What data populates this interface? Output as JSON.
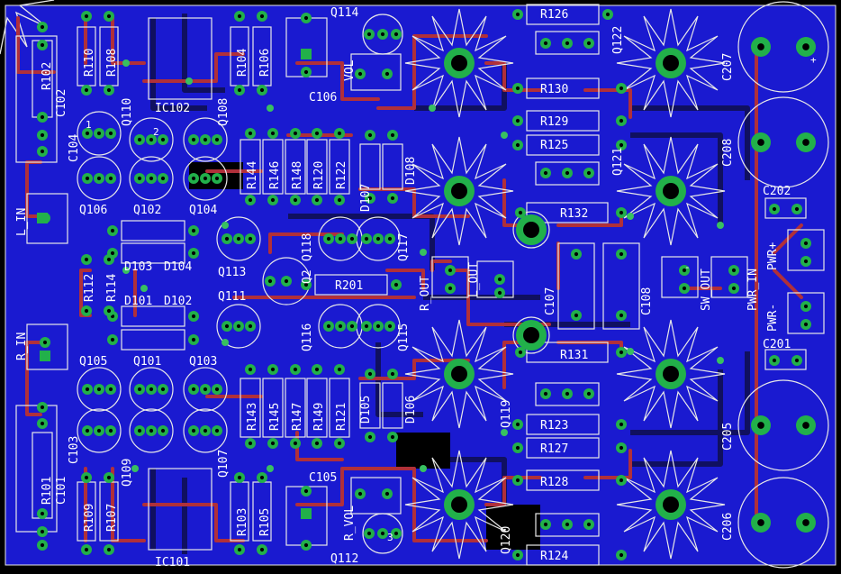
{
  "colors": {
    "background": "#000000",
    "copper_bottom": "#1a1ad0",
    "trace_top": "#b0303a",
    "trace_bottom": "#101060",
    "pad": "#22b04a",
    "hole": "#000000",
    "silkscreen": "#e8e8e8",
    "via": "#38c060"
  },
  "labels": {
    "l_in": "L_IN",
    "r_in": "R_IN",
    "l_out": "L_OUT",
    "r_out": "R_OUT",
    "pwr_in": "PWR_IN",
    "pwr_plus": "PWR+",
    "pwr_minus": "PWR-",
    "sw_out": "SW_OUT",
    "vol_top": "VOL",
    "vol_bottom": "R_VOL"
  },
  "components": [
    {
      "id": "r102",
      "text": "R102"
    },
    {
      "id": "c102",
      "text": "C102"
    },
    {
      "id": "c104",
      "text": "C104"
    },
    {
      "id": "r110",
      "text": "R110"
    },
    {
      "id": "r108",
      "text": "R108"
    },
    {
      "id": "q110",
      "text": "Q110"
    },
    {
      "id": "ic102",
      "text": "IC102"
    },
    {
      "id": "q108",
      "text": "Q108"
    },
    {
      "id": "r104",
      "text": "R104"
    },
    {
      "id": "r106",
      "text": "R106"
    },
    {
      "id": "q114",
      "text": "Q114"
    },
    {
      "id": "c106",
      "text": "C106"
    },
    {
      "id": "r126",
      "text": "R126"
    },
    {
      "id": "q122",
      "text": "Q122"
    },
    {
      "id": "r130",
      "text": "R130"
    },
    {
      "id": "r129",
      "text": "R129"
    },
    {
      "id": "r125",
      "text": "R125"
    },
    {
      "id": "q121",
      "text": "Q121"
    },
    {
      "id": "c207",
      "text": "C207"
    },
    {
      "id": "c208",
      "text": "C208"
    },
    {
      "id": "c202",
      "text": "C202"
    },
    {
      "id": "q106",
      "text": "Q106"
    },
    {
      "id": "q102",
      "text": "Q102"
    },
    {
      "id": "q104",
      "text": "Q104"
    },
    {
      "id": "r144",
      "text": "R144"
    },
    {
      "id": "r146",
      "text": "R146"
    },
    {
      "id": "r148",
      "text": "R148"
    },
    {
      "id": "r120",
      "text": "R120"
    },
    {
      "id": "r122",
      "text": "R122"
    },
    {
      "id": "d107",
      "text": "D107"
    },
    {
      "id": "d108",
      "text": "D108"
    },
    {
      "id": "r132",
      "text": "R132"
    },
    {
      "id": "q118",
      "text": "Q118"
    },
    {
      "id": "q117",
      "text": "Q117"
    },
    {
      "id": "q113",
      "text": "Q113"
    },
    {
      "id": "d103",
      "text": "D103"
    },
    {
      "id": "d104",
      "text": "D104"
    },
    {
      "id": "r112",
      "text": "R112"
    },
    {
      "id": "r114",
      "text": "R114"
    },
    {
      "id": "q2",
      "text": "Q2"
    },
    {
      "id": "r201",
      "text": "R201"
    },
    {
      "id": "c107",
      "text": "C107"
    },
    {
      "id": "c108",
      "text": "C108"
    },
    {
      "id": "d101",
      "text": "D101"
    },
    {
      "id": "d102",
      "text": "D102"
    },
    {
      "id": "q111",
      "text": "Q111"
    },
    {
      "id": "q116",
      "text": "Q116"
    },
    {
      "id": "q115",
      "text": "Q115"
    },
    {
      "id": "r131",
      "text": "R131"
    },
    {
      "id": "c201",
      "text": "C201"
    },
    {
      "id": "q105",
      "text": "Q105"
    },
    {
      "id": "q101",
      "text": "Q101"
    },
    {
      "id": "q103",
      "text": "Q103"
    },
    {
      "id": "r143",
      "text": "R143"
    },
    {
      "id": "r145",
      "text": "R145"
    },
    {
      "id": "r147",
      "text": "R147"
    },
    {
      "id": "r149",
      "text": "R149"
    },
    {
      "id": "r121",
      "text": "R121"
    },
    {
      "id": "d105",
      "text": "D105"
    },
    {
      "id": "d106",
      "text": "D106"
    },
    {
      "id": "q119",
      "text": "Q119"
    },
    {
      "id": "r123",
      "text": "R123"
    },
    {
      "id": "r127",
      "text": "R127"
    },
    {
      "id": "c205",
      "text": "C205"
    },
    {
      "id": "c101",
      "text": "C101"
    },
    {
      "id": "c103",
      "text": "C103"
    },
    {
      "id": "r101",
      "text": "R101"
    },
    {
      "id": "q109",
      "text": "Q109"
    },
    {
      "id": "r109",
      "text": "R109"
    },
    {
      "id": "r107",
      "text": "R107"
    },
    {
      "id": "q107",
      "text": "Q107"
    },
    {
      "id": "r103",
      "text": "R103"
    },
    {
      "id": "r105",
      "text": "R105"
    },
    {
      "id": "c105",
      "text": "C105"
    },
    {
      "id": "r128",
      "text": "R128"
    },
    {
      "id": "q120",
      "text": "Q120"
    },
    {
      "id": "r124",
      "text": "R124"
    },
    {
      "id": "c206",
      "text": "C206"
    },
    {
      "id": "ic101",
      "text": "IC101"
    },
    {
      "id": "q112",
      "text": "Q112"
    }
  ],
  "pin_labels": {
    "one": "1",
    "two": "2",
    "three": "3",
    "plus": "+",
    "minus": "-"
  }
}
